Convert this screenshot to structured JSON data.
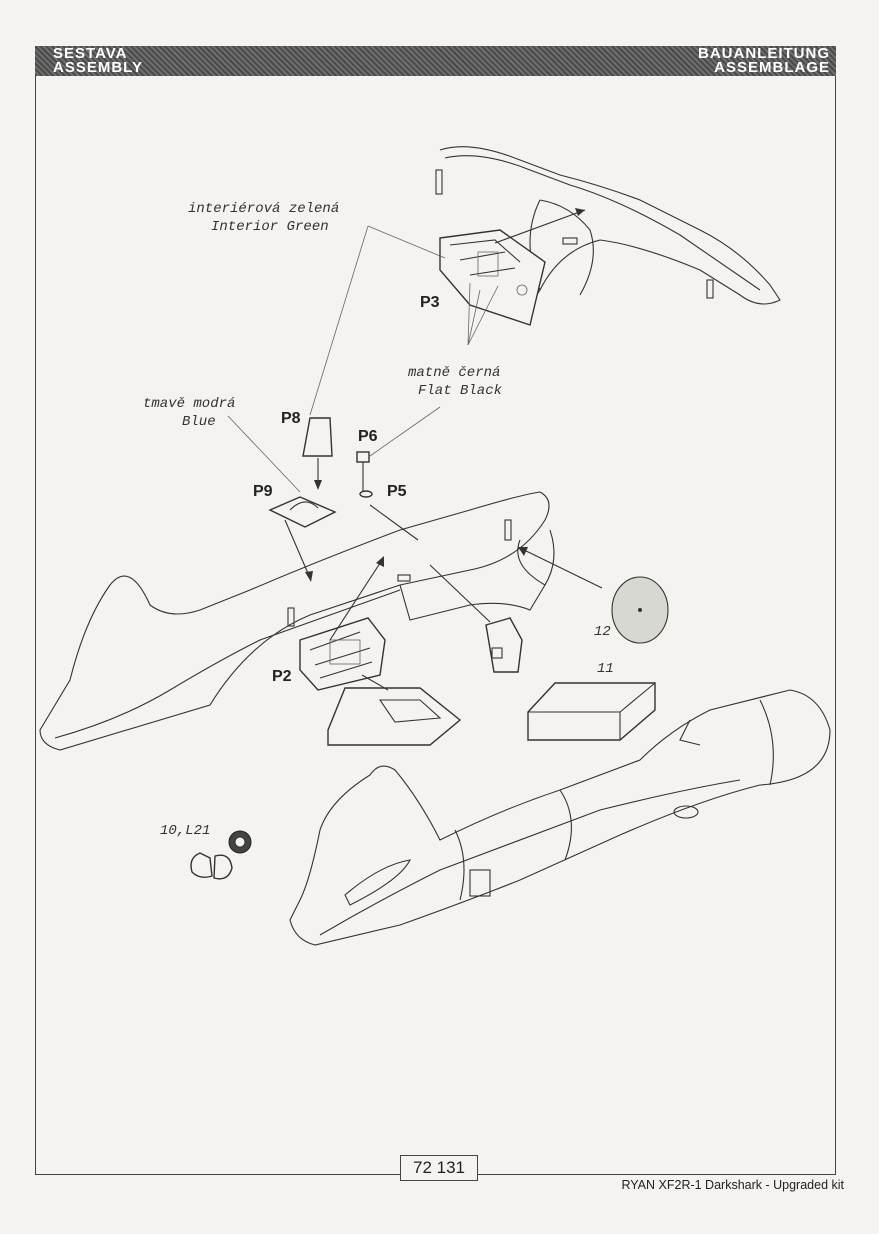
{
  "header": {
    "left_line1": "SESTAVA",
    "left_line2": "ASSEMBLY",
    "right_line1": "BAUANLEITUNG",
    "right_line2": "ASSEMBLAGE"
  },
  "callouts": {
    "interior_cz": "interiérová zelená",
    "interior_en": "Interior Green",
    "black_cz": "matně černá",
    "black_en": "Flat Black",
    "blue_cz": "tmavě modrá",
    "blue_en": "Blue"
  },
  "parts": {
    "p3": "P3",
    "p8": "P8",
    "p6": "P6",
    "p9": "P9",
    "p5": "P5",
    "p2": "P2",
    "p12": "12",
    "p11": "11",
    "p10": "10,L21"
  },
  "footer": {
    "page_number": "72 131",
    "kit_name": "RYAN XF2R-1 Darkshark  - Upgraded kit"
  },
  "colors": {
    "banner": "#555555",
    "paper": "#f4f3ef",
    "ink": "#333333"
  }
}
